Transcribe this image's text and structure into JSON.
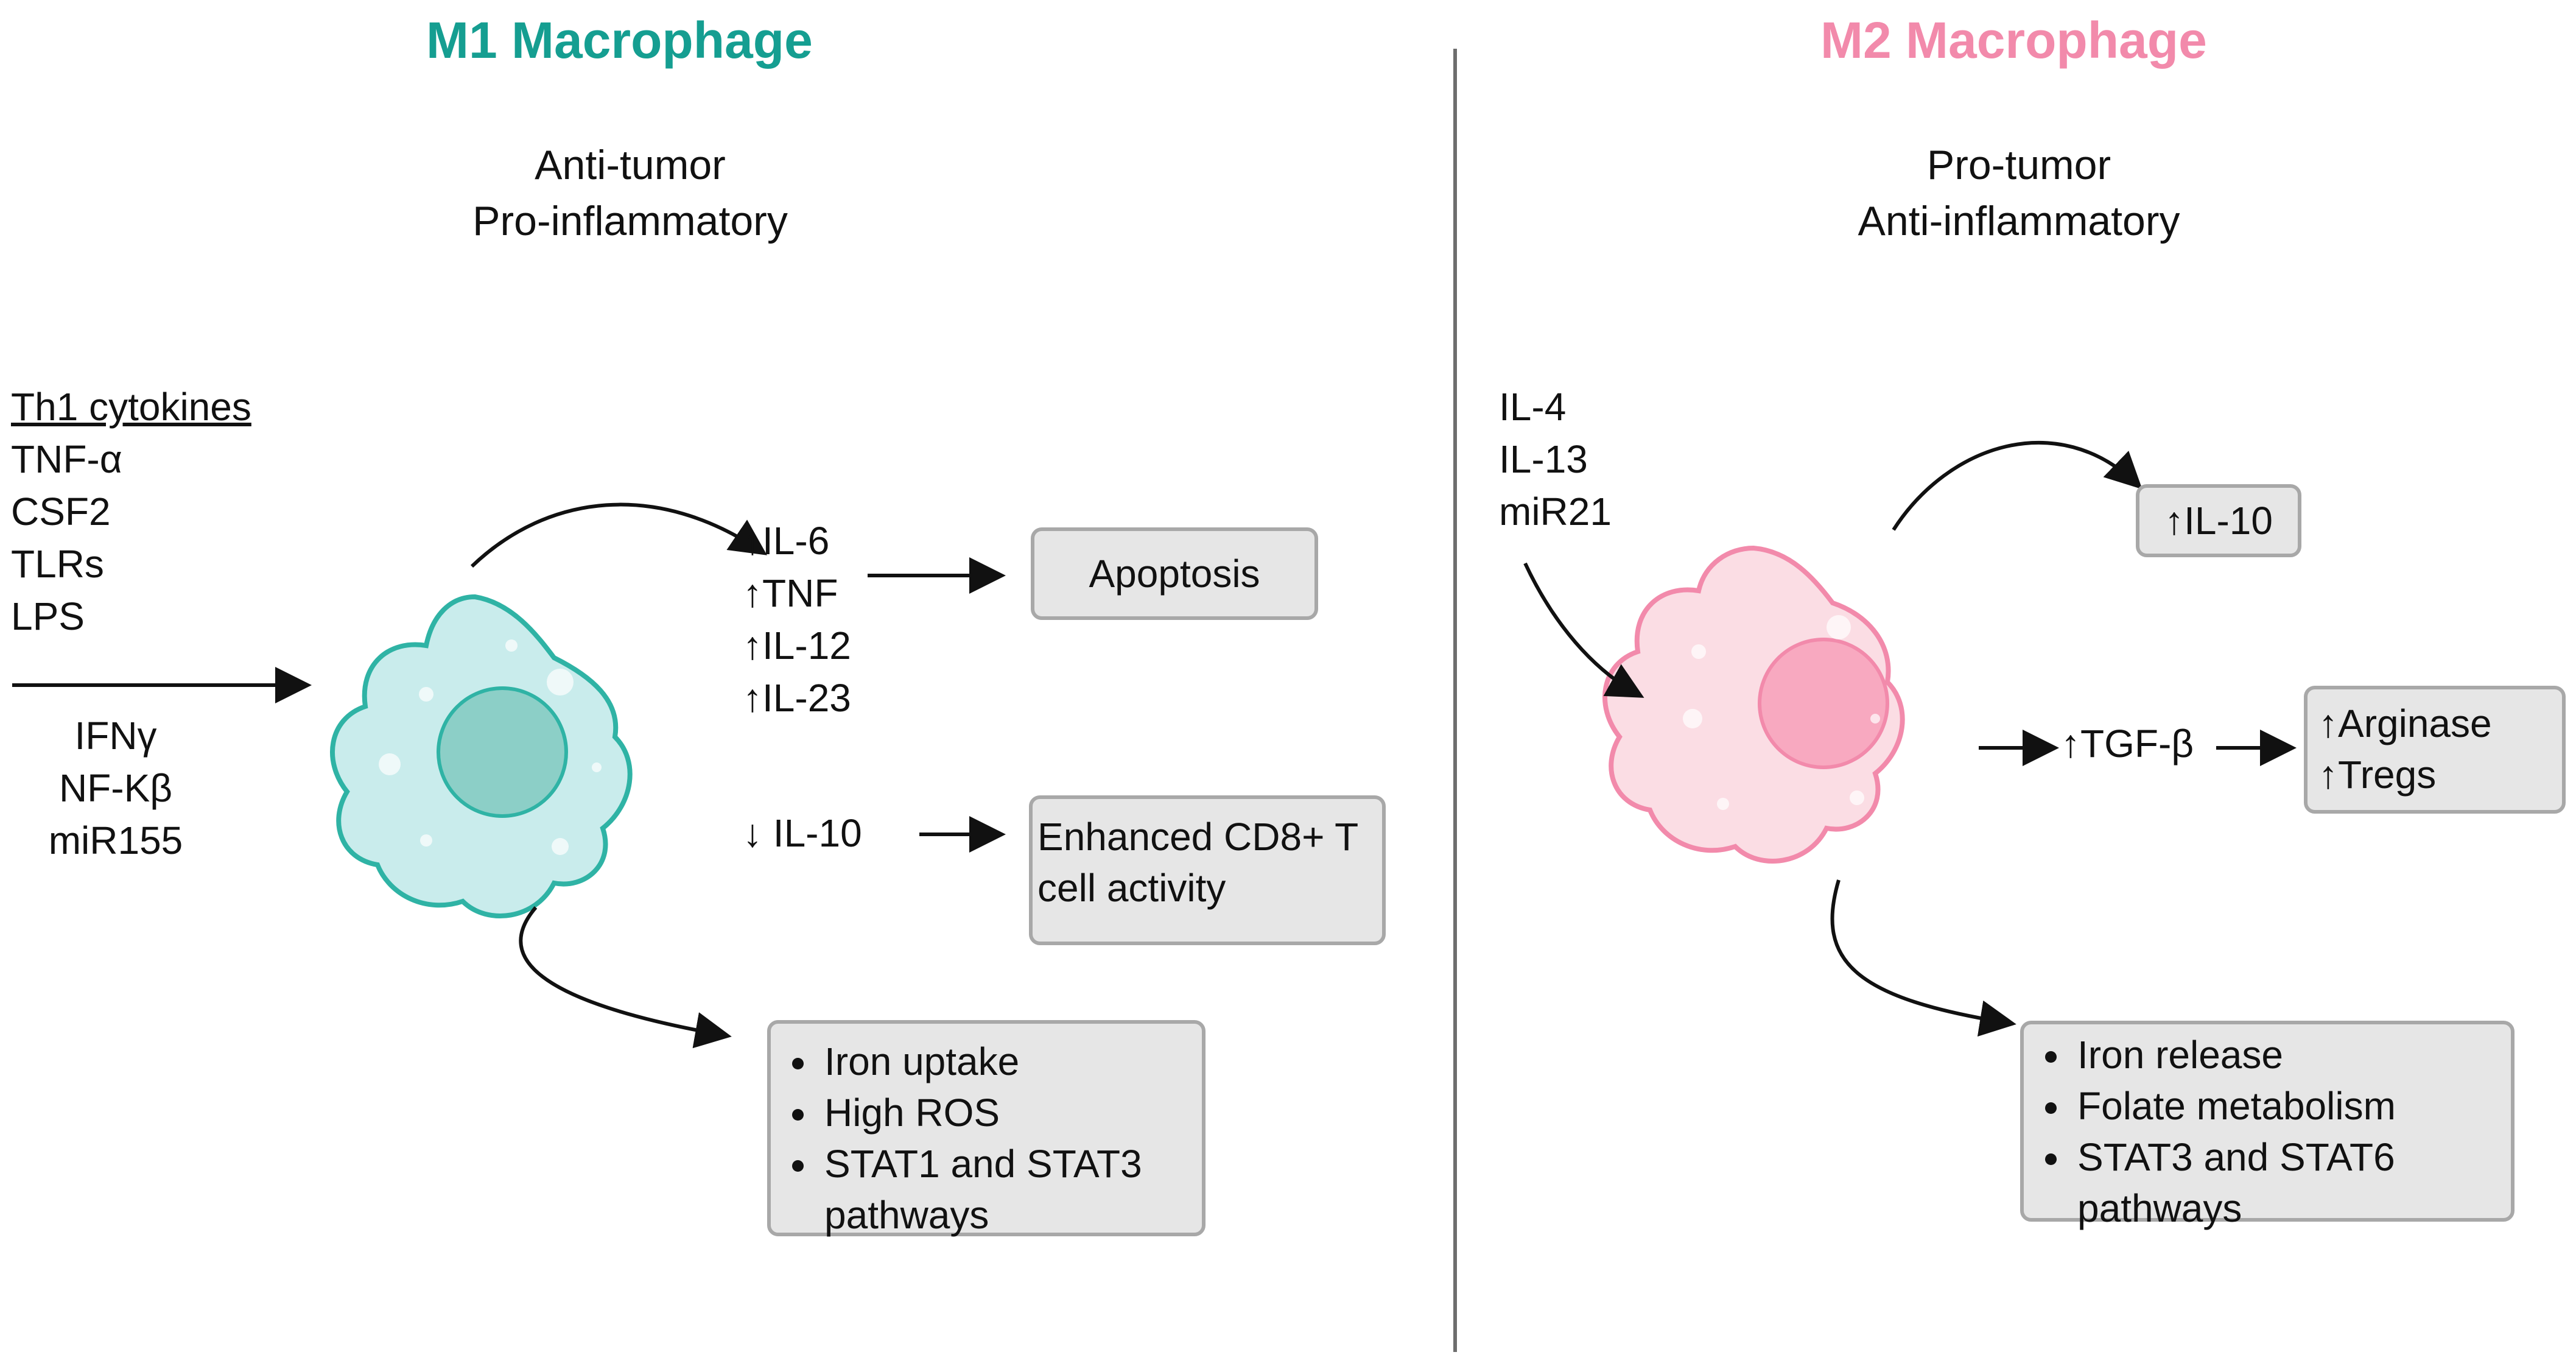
{
  "colors": {
    "m1": "#159e91",
    "m2": "#f28aab",
    "box_fill": "#e6e6e6",
    "box_border": "#a8a8a8"
  },
  "m1": {
    "title": "M1 Macrophage",
    "subtitle": [
      "Anti-tumor",
      "Pro-inflammatory"
    ],
    "inputs_header": "Th1 cytokines",
    "inputs": [
      "TNF-α",
      "CSF2",
      "TLRs",
      "LPS"
    ],
    "inputs_lower": [
      "IFNγ",
      "NF-Kβ",
      "miR155"
    ],
    "up_markers": [
      "↑IL-6",
      "↑TNF",
      "↑IL-12",
      "↑IL-23"
    ],
    "down_marker": "↓ IL-10",
    "apoptosis": "Apoptosis",
    "cd8": [
      "Enhanced CD8+ T",
      "cell activity"
    ],
    "features": [
      "Iron uptake",
      "High ROS",
      "STAT1 and STAT3 pathways"
    ]
  },
  "m2": {
    "title": "M2 Macrophage",
    "subtitle": [
      "Pro-tumor",
      "Anti-inflammatory"
    ],
    "inputs": [
      "IL-4",
      "IL-13",
      "miR21"
    ],
    "il10": "↑IL-10",
    "tgf": "↑TGF-β",
    "arginase": [
      "↑Arginase",
      "↑Tregs"
    ],
    "features": [
      "Iron release",
      "Folate metabolism",
      "STAT3 and STAT6 pathways"
    ]
  }
}
